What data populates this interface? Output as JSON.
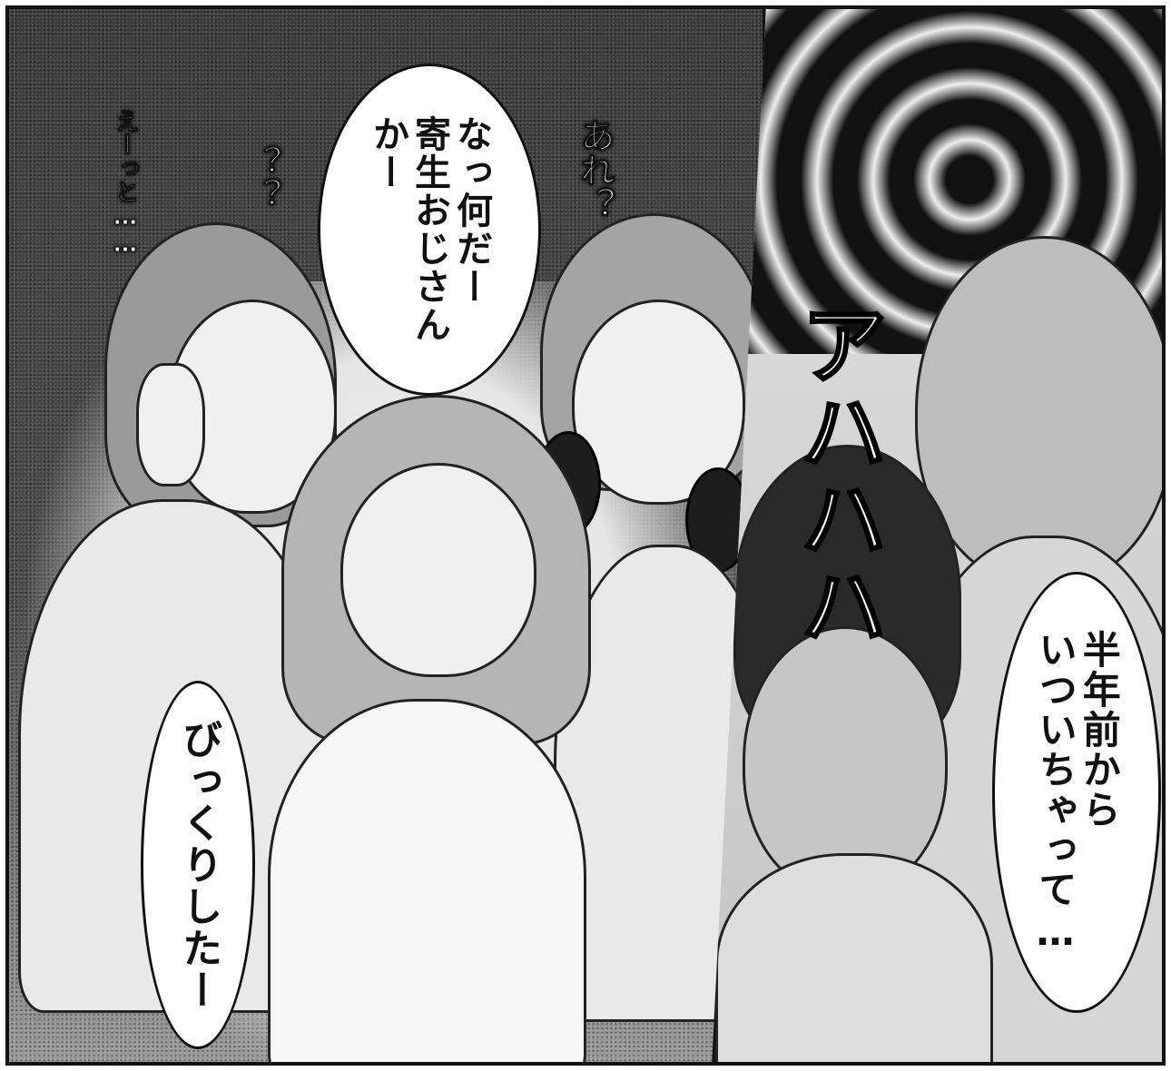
{
  "panels": {
    "left": {
      "float_texts": {
        "eetto": "えーっと……",
        "question": "？？",
        "are": "あれ？"
      },
      "balloons": {
        "nani": "なっ何だー\n寄生おじさん\nかー",
        "bikkuri": "びっくりしたー"
      }
    },
    "right": {
      "sfx": "アハハハ",
      "balloon": "半年前から\nいついちゃって…"
    }
  }
}
